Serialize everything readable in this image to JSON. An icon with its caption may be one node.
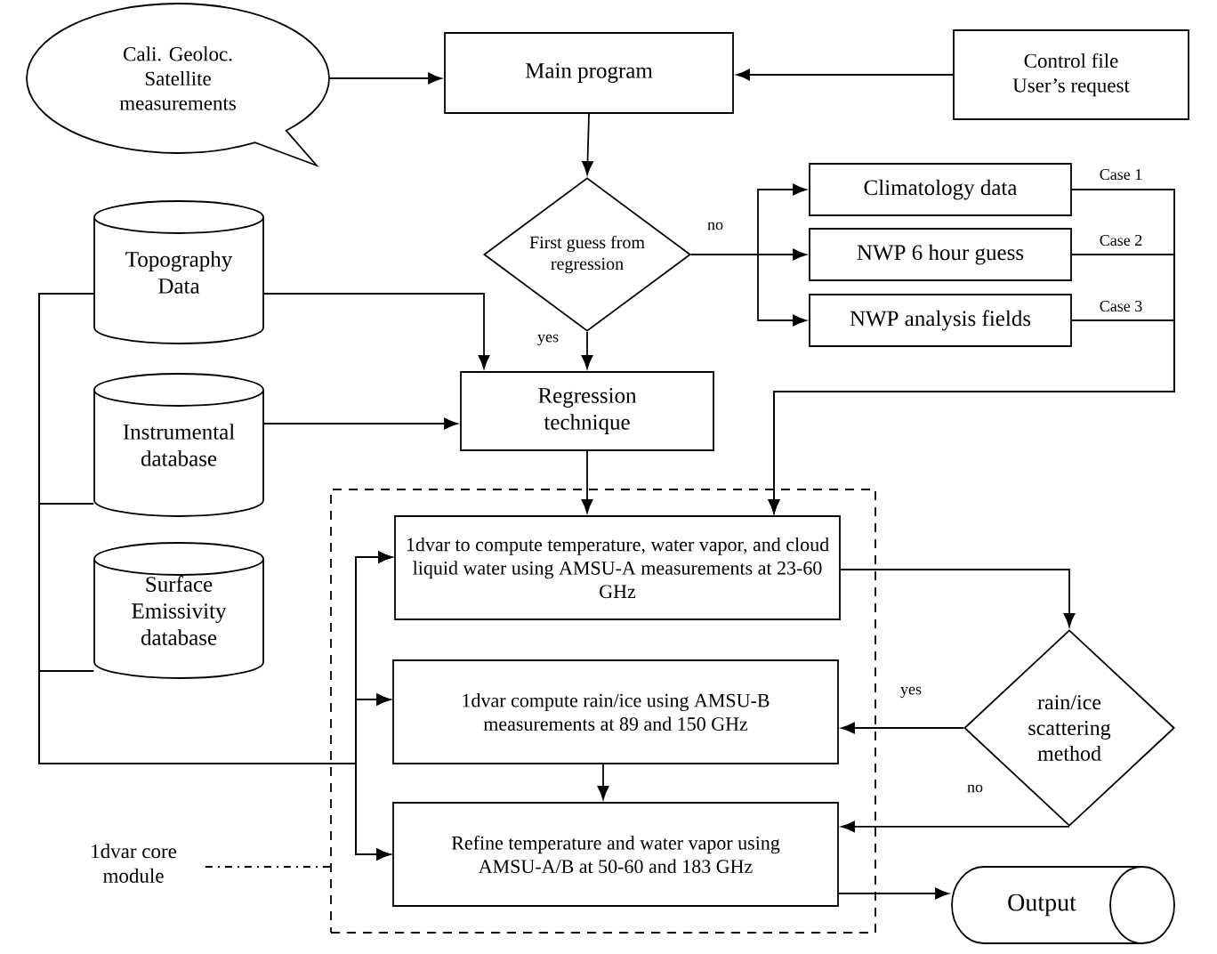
{
  "diagram": {
    "nodes": [
      {
        "text": [
          "Cali. Geoloc. Satellite measurements"
        ]
      },
      {
        "text": [
          "Main program"
        ]
      },
      {
        "text": [
          "Control file User’s request"
        ]
      },
      {
        "text": [
          "First guess from regression"
        ]
      },
      {
        "text": [
          "Climatology data"
        ]
      },
      {
        "text": [
          "NWP 6 hour guess"
        ]
      },
      {
        "text": [
          "NWP analysis fields"
        ]
      },
      {
        "text": [
          "Topography Data"
        ]
      },
      {
        "text": [
          "Instrumental database"
        ]
      },
      {
        "text": [
          "Surface Emissivity database"
        ]
      },
      {
        "text": [
          "Regression technique"
        ]
      },
      {
        "text": [],
        "shape": "box"
      },
      {
        "text": [
          "1dvar to compute temperature, water vapor, and cloud liquid water using AMSU-A measurements at 23-60 GHz"
        ],
        "in": 11
      },
      {
        "text": [
          "1dvar compute rain/ice using AMSU-B measurements at 89 and 150 GHz"
        ],
        "in": 11
      },
      {
        "text": [
          "Refine temperature and water vapor using AMSU-A/B at 50-60 and 183 GHz"
        ],
        "in": 11
      },
      {
        "text": [
          "rain/ice scattering method"
        ]
      },
      {
        "text": [
          "Output"
        ]
      },
      {
        "text": [
          "1dvar core module"
        ]
      }
    ],
    "edges": [
      {
        "from": 0,
        "to": 1,
        "arrow": "to"
      },
      {
        "from": 2,
        "to": 1,
        "arrow": "to"
      },
      {
        "from": 1,
        "to": 3,
        "arrow": "to"
      },
      {
        "from": 3,
        "to": 4,
        "arrow": "to",
        "label": "no"
      },
      {
        "from": 3,
        "to": 5,
        "arrow": "to"
      },
      {
        "from": 3,
        "to": 6,
        "arrow": "to"
      },
      {
        "from": 4,
        "to": 12,
        "arrow": "to",
        "label": "Case 1"
      },
      {
        "from": 5,
        "to": 12,
        "arrow": "to",
        "label": "Case 2"
      },
      {
        "from": 6,
        "to": 12,
        "arrow": "to",
        "label": "Case 3"
      },
      {
        "from": 3,
        "to": 10,
        "arrow": "to",
        "label": "yes"
      },
      {
        "from": 7,
        "to": 10,
        "arrow": "to"
      },
      {
        "from": 7,
        "to": 12,
        "arrow": "to"
      },
      {
        "from": 7,
        "to": 13,
        "arrow": "to"
      },
      {
        "from": 7,
        "to": 14,
        "arrow": "to"
      },
      {
        "from": 8,
        "to": 12,
        "arrow": "to"
      },
      {
        "from": 8,
        "to": 13,
        "arrow": "to"
      },
      {
        "from": 8,
        "to": 14,
        "arrow": "to"
      },
      {
        "from": 9,
        "to": 12,
        "arrow": "to"
      },
      {
        "from": 9,
        "to": 13,
        "arrow": "to"
      },
      {
        "from": 9,
        "to": 14,
        "arrow": "to"
      },
      {
        "from": 8,
        "to": 10,
        "arrow": "to"
      },
      {
        "from": 10,
        "to": 12,
        "arrow": "to"
      },
      {
        "from": 12,
        "to": 15,
        "arrow": "to"
      },
      {
        "from": 15,
        "to": 13,
        "arrow": "to",
        "label": "yes"
      },
      {
        "from": 15,
        "to": 14,
        "arrow": "to",
        "label": "no"
      },
      {
        "from": 13,
        "to": 14,
        "arrow": "to"
      },
      {
        "from": 14,
        "to": 16,
        "arrow": "to"
      },
      {
        "from": 17,
        "to": 11,
        "arrow": "none",
        "style": "dashed"
      }
    ]
  }
}
